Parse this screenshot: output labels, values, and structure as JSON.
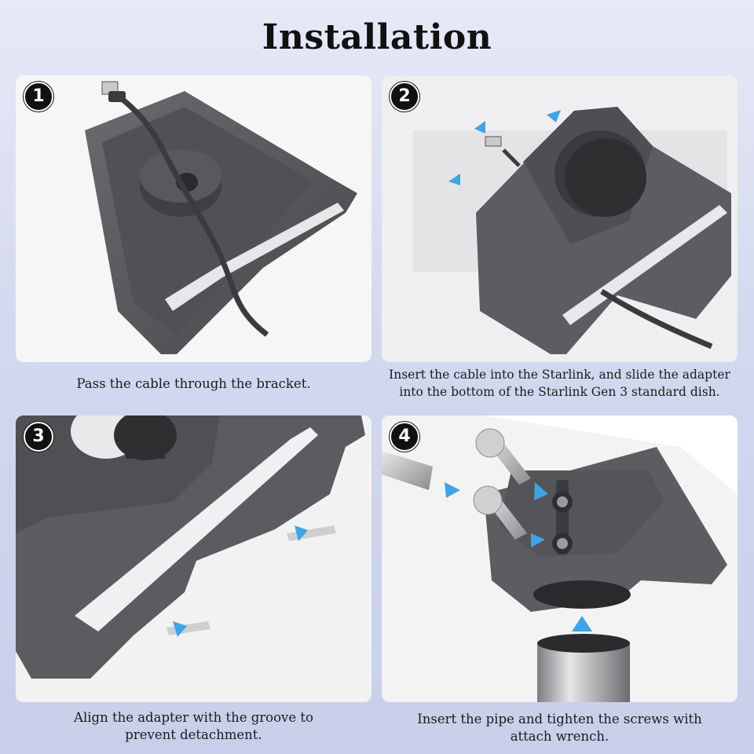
{
  "title": "Installation",
  "steps": [
    {
      "number": "1",
      "caption_lines": [
        "Pass the cable through the bracket."
      ]
    },
    {
      "number": "2",
      "caption_lines": [
        "Insert the cable into the Starlink, and slide the adapter",
        "into the bottom of the Starlink Gen 3 standard dish."
      ]
    },
    {
      "number": "3",
      "caption_lines": [
        "Align the adapter with the groove to",
        "prevent detachment."
      ]
    },
    {
      "number": "4",
      "caption_lines": [
        "Insert the pipe and tighten the screws with",
        "attach wrench."
      ]
    }
  ],
  "colors": {
    "bracket": "#5a5b5e",
    "bracket_dark": "#3d3e41",
    "arrow": "#3fa3e6",
    "background": "#d6dcef"
  }
}
